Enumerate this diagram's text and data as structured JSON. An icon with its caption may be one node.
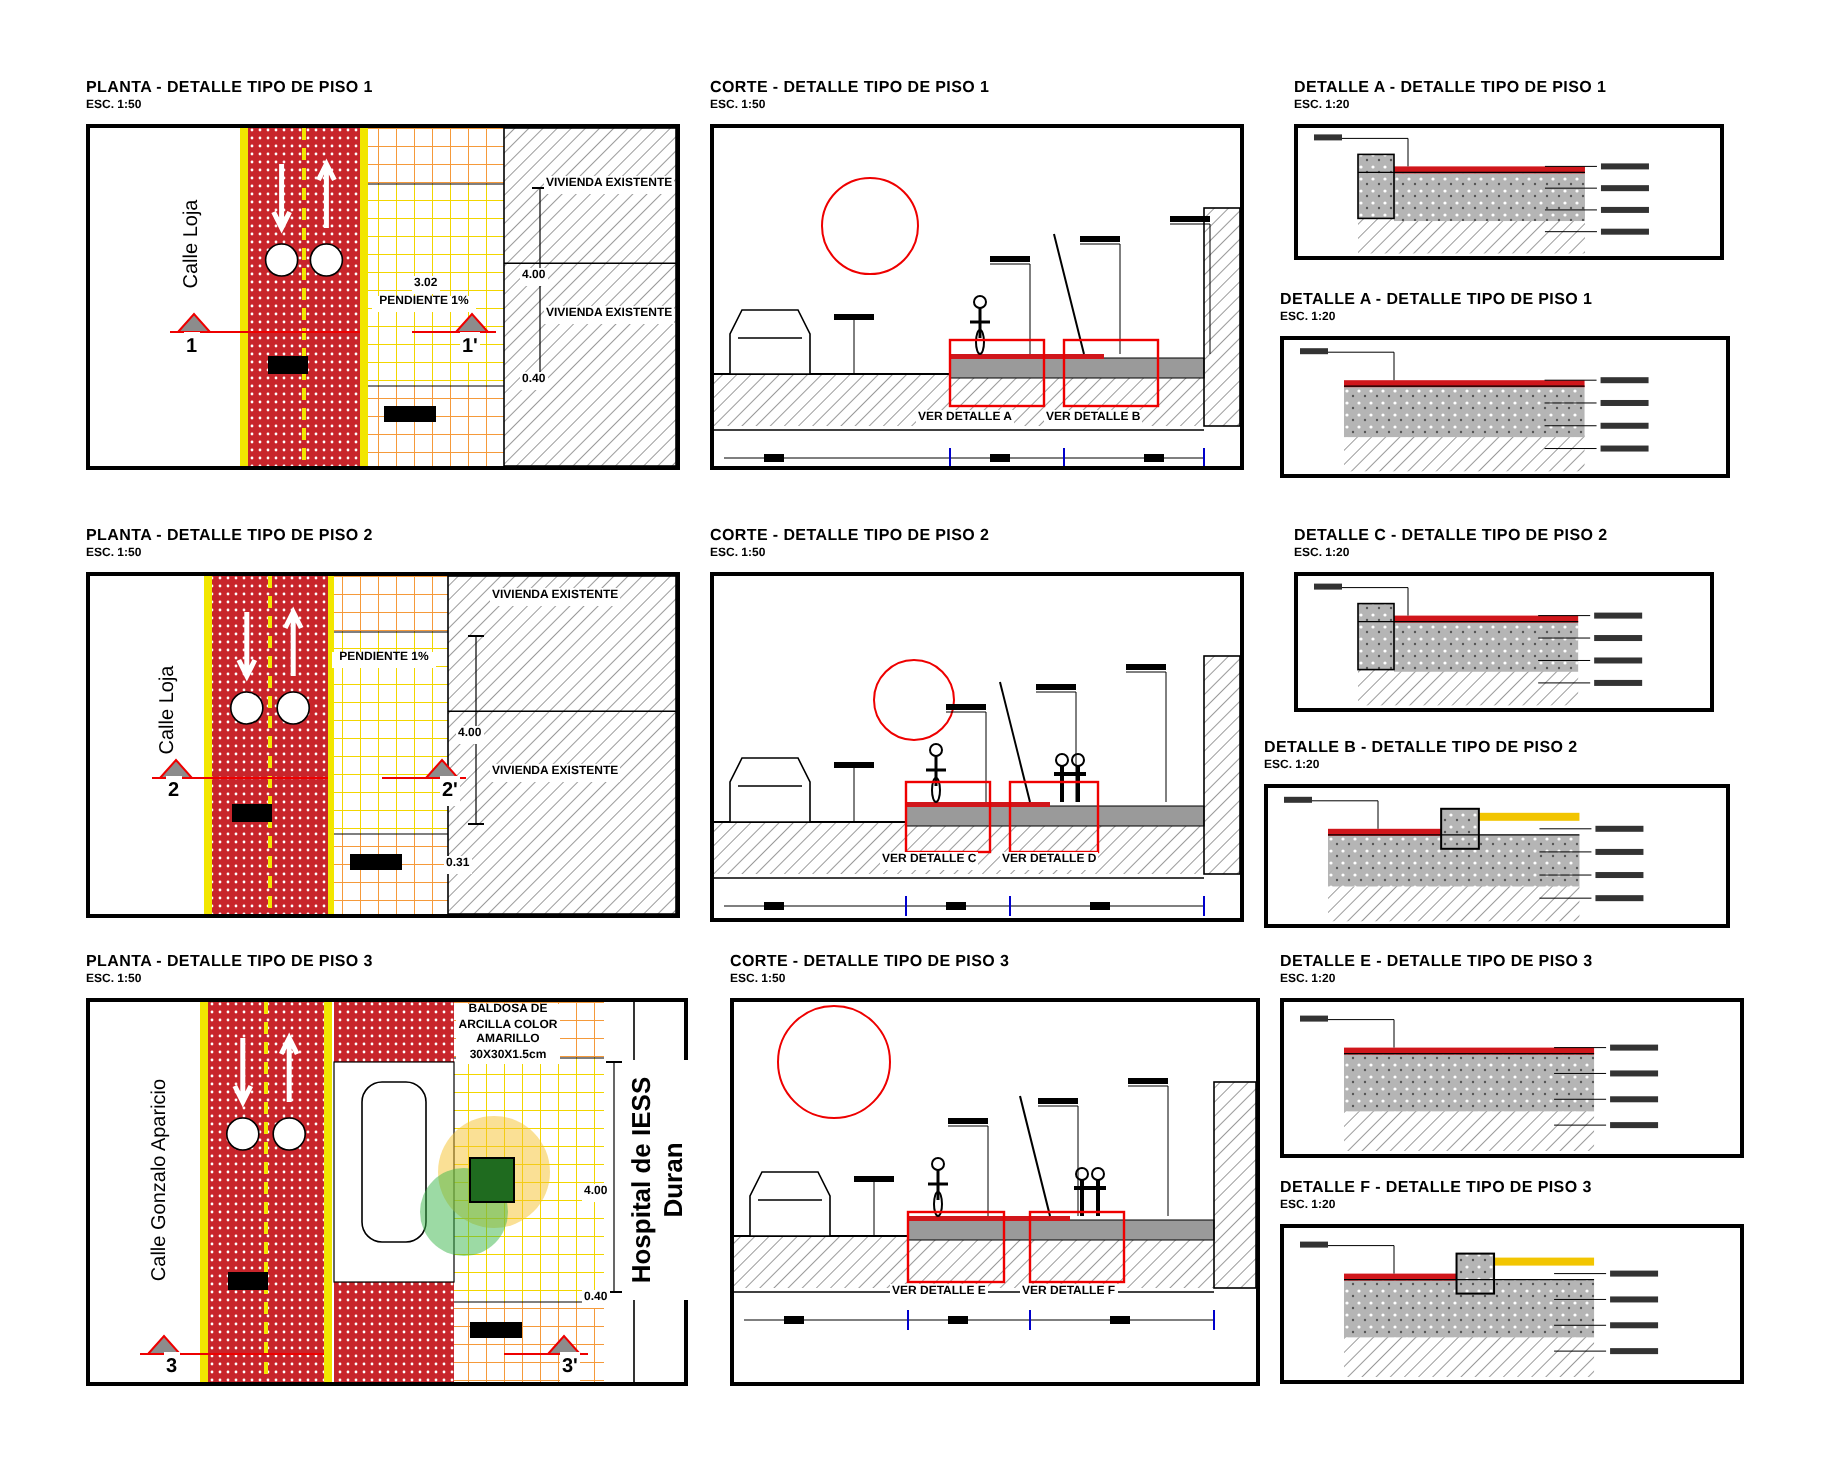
{
  "diagram": {
    "nodes": [
      {
        "text": [
          "PLANTA - DETALLE TIPO DE PISO 1",
          "ESC. 1:50"
        ]
      },
      {
        "text": [
          "CORTE - DETALLE TIPO DE PISO 1",
          "ESC. 1:50"
        ]
      },
      {
        "text": [
          "DETALLE A - DETALLE TIPO DE PISO 1",
          "ESC. 1:20"
        ]
      },
      {
        "text": [
          "DETALLE A - DETALLE TIPO DE PISO 1",
          "ESC. 1:20"
        ]
      },
      {
        "text": [
          "PLANTA - DETALLE TIPO DE PISO 2",
          "ESC. 1:50"
        ]
      },
      {
        "text": [
          "CORTE - DETALLE TIPO DE PISO 2",
          "ESC. 1:50"
        ]
      },
      {
        "text": [
          "DETALLE C - DETALLE TIPO DE PISO 2",
          "ESC. 1:20"
        ]
      },
      {
        "text": [
          "DETALLE B - DETALLE TIPO DE PISO 2",
          "ESC. 1:20"
        ]
      },
      {
        "text": [
          "PLANTA - DETALLE TIPO DE PISO 3",
          "ESC. 1:50"
        ]
      },
      {
        "text": [
          "CORTE - DETALLE TIPO DE PISO 3",
          "ESC. 1:50"
        ]
      },
      {
        "text": [
          "DETALLE E - DETALLE TIPO DE PISO 3",
          "ESC. 1:20"
        ]
      },
      {
        "text": [
          "DETALLE F - DETALLE TIPO DE PISO 3",
          "ESC. 1:20"
        ]
      }
    ],
    "labels": [
      "VIVIENDA EXISTENTE",
      "Calle Loja",
      "3.02",
      "4.00",
      "PENDIENTE 1%",
      "1",
      "1'",
      "VIVIENDA EXISTENTE",
      "0.40",
      "VER DETALLE A",
      "VER DETALLE B",
      "VIVIENDA EXISTENTE",
      "PENDIENTE 1%",
      "Calle Loja",
      "4.00",
      "2",
      "2'",
      "VIVIENDA EXISTENTE",
      "0.31",
      "VER DETALLE C",
      "VER DETALLE D",
      "BALDOSA DE ARCILLA COLOR AMARILLO 30X30X1.5cm",
      "Calle Gonzalo Aparicio",
      "Hospital de IESS Duran",
      "4.00",
      "0.40",
      "3",
      "3'",
      "VER DETALLE E",
      "VER DETALLE F"
    ]
  }
}
